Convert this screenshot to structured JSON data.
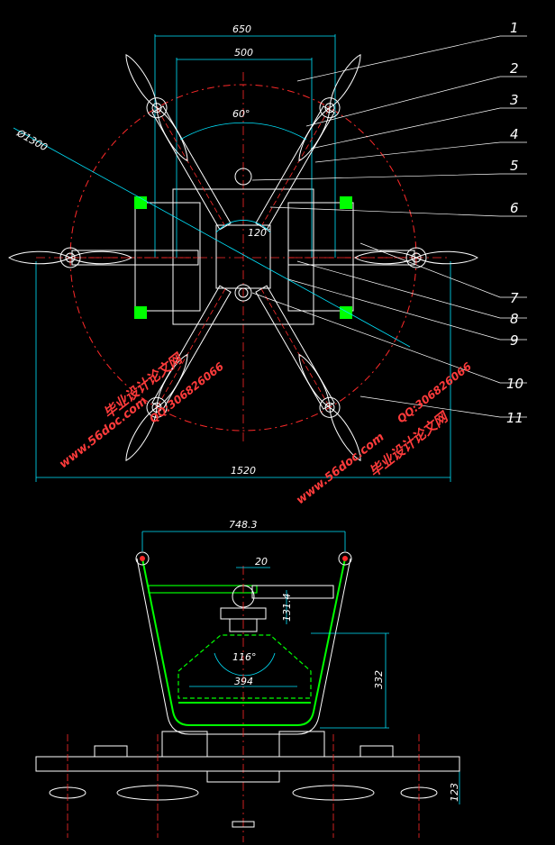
{
  "drawing": {
    "dimensions": {
      "d650": "650",
      "d500": "500",
      "angle60": "60°",
      "phi1300": "Ø1300",
      "angle120": "120°",
      "d1520": "1520",
      "d748": "748.3",
      "d20": "20",
      "d131": "131.4",
      "angle116": "116°",
      "d394": "394",
      "d332": "332",
      "d123": "123"
    },
    "balloons": [
      "1",
      "2",
      "3",
      "4",
      "5",
      "6",
      "7",
      "8",
      "9",
      "10",
      "11"
    ],
    "watermarks": {
      "site": "www.56doc.com",
      "brand": "毕业设计论文网",
      "qq": "QQ:306826066"
    }
  },
  "colors": {
    "background": "#000000",
    "outline": "#ffffff",
    "centerline": "#ff2a2a",
    "dimension": "#00e5ff",
    "highlight": "#00ff00",
    "watermark": "#ff3b3b"
  }
}
